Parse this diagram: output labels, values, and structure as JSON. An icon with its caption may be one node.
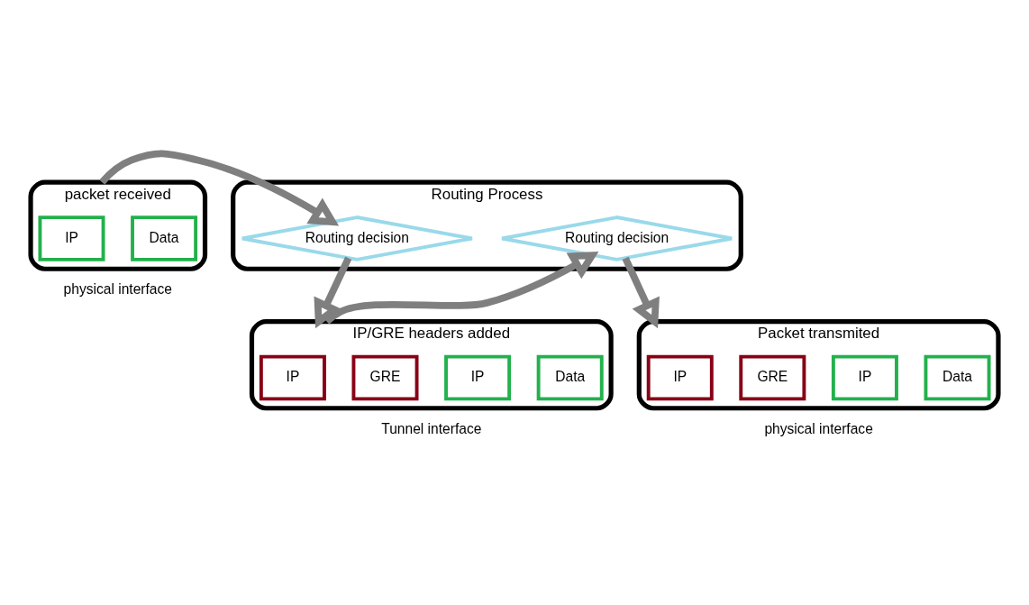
{
  "diagram": {
    "nodes": [
      {
        "text": [
          "packet received"
        ],
        "beside": [
          "physical interface"
        ]
      },
      {
        "text": [
          "IP"
        ],
        "in": 0
      },
      {
        "text": [
          "Data"
        ],
        "in": 0
      },
      {
        "text": [
          "Routing Process"
        ]
      },
      {
        "text": [
          "Routing decision"
        ],
        "in": 3
      },
      {
        "text": [
          "Routing decision"
        ],
        "in": 3
      },
      {
        "text": [
          "Packet transmited"
        ],
        "beside": [
          "physical interface"
        ]
      },
      {
        "text": [
          "IP"
        ],
        "in": 6
      },
      {
        "text": [
          "GRE"
        ],
        "in": 6
      },
      {
        "text": [
          "IP"
        ],
        "in": 6
      },
      {
        "text": [
          "Data"
        ],
        "in": 6
      },
      {
        "text": [
          "IP/GRE headers added"
        ],
        "beside": [
          "Tunnel interface"
        ]
      },
      {
        "text": [
          "IP"
        ],
        "in": 11
      },
      {
        "text": [
          "GRE"
        ],
        "in": 11
      },
      {
        "text": [
          "IP"
        ],
        "in": 11
      },
      {
        "text": [
          "Data"
        ],
        "in": 11
      }
    ],
    "edges": [
      {
        "from": 0,
        "to": 4,
        "arrow": "to"
      },
      {
        "from": 4,
        "to": 11,
        "arrow": "to"
      },
      {
        "from": 11,
        "to": 5,
        "arrow": "to"
      },
      {
        "from": 5,
        "to": 6,
        "arrow": "to"
      }
    ]
  }
}
